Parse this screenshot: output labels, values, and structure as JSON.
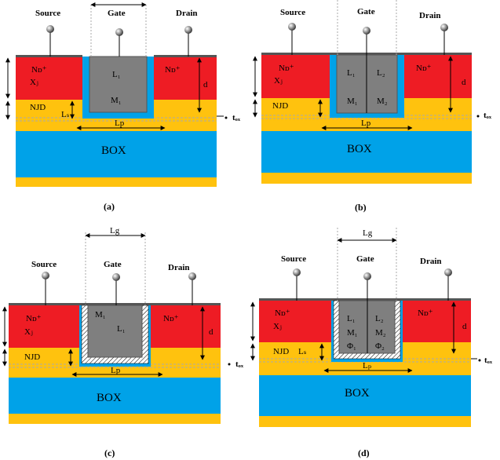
{
  "panels": {
    "a": {
      "caption": "(a)",
      "source": "Source",
      "gate": "Gate",
      "drain": "Drain",
      "nd_left": "Nᴅ⁺",
      "nd_right": "Nᴅ⁺",
      "xj": "Xⱼ",
      "njd": "NJD",
      "ls": "Lₛ",
      "d": "d",
      "l1": "L₁",
      "m1": "M₁",
      "lp": "Lp",
      "tox": "tₒₓ",
      "box": "BOX"
    },
    "b": {
      "caption": "(b)",
      "source": "Source",
      "gate": "Gate",
      "drain": "Drain",
      "nd_left": "Nᴅ⁺",
      "nd_right": "Nᴅ⁺",
      "xj": "Xⱼ",
      "njd": "NJD",
      "d": "d",
      "l1": "L₁",
      "l2": "L₂",
      "m1": "M₁",
      "m2": "M₂",
      "lp": "Lp",
      "tox": "tₒₓ",
      "box": "BOX"
    },
    "c": {
      "caption": "(c)",
      "source": "Source",
      "gate": "Gate",
      "drain": "Drain",
      "lg": "Lg",
      "nd_left": "Nᴅ⁺",
      "nd_right": "Nᴅ⁺",
      "xj": "Xⱼ",
      "njd": "NJD",
      "d": "d",
      "m1": "M₁",
      "l1": "L₁",
      "lp": "Lp",
      "tox": "tₒₓ",
      "box": "BOX"
    },
    "d": {
      "caption": "(d)",
      "source": "Source",
      "gate": "Gate",
      "drain": "Drain",
      "lg": "Lg",
      "nd_left": "Nᴅ⁺",
      "nd_right": "Nᴅ⁺",
      "xj": "Xⱼ",
      "njd": "NJD",
      "ls": "Lₛ",
      "d": "d",
      "l1": "L₁",
      "l2": "L₂",
      "m1": "M₁",
      "m2": "M₂",
      "phi1": "Φ₁",
      "phi2": "Φ₂",
      "lp": "Lₚ",
      "tox": "tₒₓ",
      "box": "BOX"
    }
  },
  "colors": {
    "red": "#ee1c24",
    "yellow": "#ffc20e",
    "blue": "#00a2e8",
    "gray": "#7f7f7f",
    "contact": "#555555",
    "dash": "#aaaaaa"
  }
}
